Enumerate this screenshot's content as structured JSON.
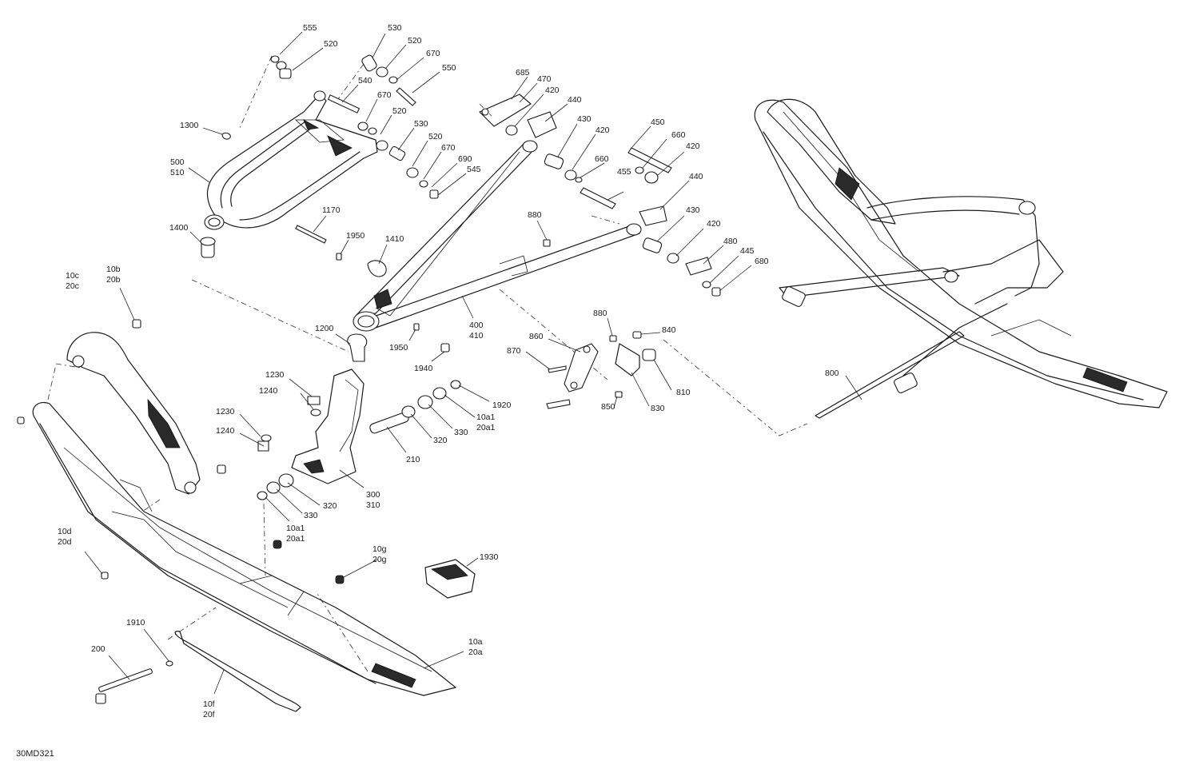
{
  "diagram_code": "30MD321",
  "callouts": [
    {
      "id": "c555",
      "lines": [
        "555"
      ]
    },
    {
      "id": "c520a",
      "lines": [
        "520"
      ]
    },
    {
      "id": "c530a",
      "lines": [
        "530"
      ]
    },
    {
      "id": "c520b",
      "lines": [
        "520"
      ]
    },
    {
      "id": "c670a",
      "lines": [
        "670"
      ]
    },
    {
      "id": "c550",
      "lines": [
        "550"
      ]
    },
    {
      "id": "c540",
      "lines": [
        "540"
      ]
    },
    {
      "id": "c670b",
      "lines": [
        "670"
      ]
    },
    {
      "id": "c520c",
      "lines": [
        "520"
      ]
    },
    {
      "id": "c530b",
      "lines": [
        "530"
      ]
    },
    {
      "id": "c520d",
      "lines": [
        "520"
      ]
    },
    {
      "id": "c670c",
      "lines": [
        "670"
      ]
    },
    {
      "id": "c690",
      "lines": [
        "690"
      ]
    },
    {
      "id": "c545",
      "lines": [
        "545"
      ]
    },
    {
      "id": "c1300",
      "lines": [
        "1300"
      ]
    },
    {
      "id": "c500",
      "lines": [
        "500",
        "510"
      ]
    },
    {
      "id": "c1170",
      "lines": [
        "1170"
      ]
    },
    {
      "id": "c1950a",
      "lines": [
        "1950"
      ]
    },
    {
      "id": "c1410",
      "lines": [
        "1410"
      ]
    },
    {
      "id": "c1400",
      "lines": [
        "1400"
      ]
    },
    {
      "id": "c685",
      "lines": [
        "685"
      ]
    },
    {
      "id": "c470",
      "lines": [
        "470"
      ]
    },
    {
      "id": "c420a",
      "lines": [
        "420"
      ]
    },
    {
      "id": "c440a",
      "lines": [
        "440"
      ]
    },
    {
      "id": "c430a",
      "lines": [
        "430"
      ]
    },
    {
      "id": "c420b",
      "lines": [
        "420"
      ]
    },
    {
      "id": "c660a",
      "lines": [
        "660"
      ]
    },
    {
      "id": "c450",
      "lines": [
        "450"
      ]
    },
    {
      "id": "c660b",
      "lines": [
        "660"
      ]
    },
    {
      "id": "c420c",
      "lines": [
        "420"
      ]
    },
    {
      "id": "c455",
      "lines": [
        "455"
      ]
    },
    {
      "id": "c440b",
      "lines": [
        "440"
      ]
    },
    {
      "id": "c430b",
      "lines": [
        "430"
      ]
    },
    {
      "id": "c420d",
      "lines": [
        "420"
      ]
    },
    {
      "id": "c480",
      "lines": [
        "480"
      ]
    },
    {
      "id": "c445",
      "lines": [
        "445"
      ]
    },
    {
      "id": "c680",
      "lines": [
        "680"
      ]
    },
    {
      "id": "c880a",
      "lines": [
        "880"
      ]
    },
    {
      "id": "c400",
      "lines": [
        "400",
        "410"
      ]
    },
    {
      "id": "c1950b",
      "lines": [
        "1950"
      ]
    },
    {
      "id": "c1940",
      "lines": [
        "1940"
      ]
    },
    {
      "id": "c1200",
      "lines": [
        "1200"
      ]
    },
    {
      "id": "c10c",
      "lines": [
        "10c",
        "20c"
      ]
    },
    {
      "id": "c10b",
      "lines": [
        "10b",
        "20b"
      ]
    },
    {
      "id": "c1230a",
      "lines": [
        "1230"
      ]
    },
    {
      "id": "c1240a",
      "lines": [
        "1240"
      ]
    },
    {
      "id": "c1230b",
      "lines": [
        "1230"
      ]
    },
    {
      "id": "c1240b",
      "lines": [
        "1240"
      ]
    },
    {
      "id": "c1920",
      "lines": [
        "1920"
      ]
    },
    {
      "id": "c10a1a",
      "lines": [
        "10a1",
        "20a1"
      ]
    },
    {
      "id": "c330a",
      "lines": [
        "330"
      ]
    },
    {
      "id": "c320a",
      "lines": [
        "320"
      ]
    },
    {
      "id": "c210",
      "lines": [
        "210"
      ]
    },
    {
      "id": "c300",
      "lines": [
        "300",
        "310"
      ]
    },
    {
      "id": "c320b",
      "lines": [
        "320"
      ]
    },
    {
      "id": "c330b",
      "lines": [
        "330"
      ]
    },
    {
      "id": "c10a1b",
      "lines": [
        "10a1",
        "20a1"
      ]
    },
    {
      "id": "c880b",
      "lines": [
        "880"
      ]
    },
    {
      "id": "c860",
      "lines": [
        "860"
      ]
    },
    {
      "id": "c870",
      "lines": [
        "870"
      ]
    },
    {
      "id": "c840",
      "lines": [
        "840"
      ]
    },
    {
      "id": "c810",
      "lines": [
        "810"
      ]
    },
    {
      "id": "c830",
      "lines": [
        "830"
      ]
    },
    {
      "id": "c850",
      "lines": [
        "850"
      ]
    },
    {
      "id": "c800",
      "lines": [
        "800"
      ]
    },
    {
      "id": "c10d",
      "lines": [
        "10d",
        "20d"
      ]
    },
    {
      "id": "c10g",
      "lines": [
        "10g",
        "20g"
      ]
    },
    {
      "id": "c1930",
      "lines": [
        "1930"
      ]
    },
    {
      "id": "c1910",
      "lines": [
        "1910"
      ]
    },
    {
      "id": "c200",
      "lines": [
        "200"
      ]
    },
    {
      "id": "c10a",
      "lines": [
        "10a",
        "20a"
      ]
    },
    {
      "id": "c10f",
      "lines": [
        "10f",
        "20f"
      ]
    }
  ]
}
